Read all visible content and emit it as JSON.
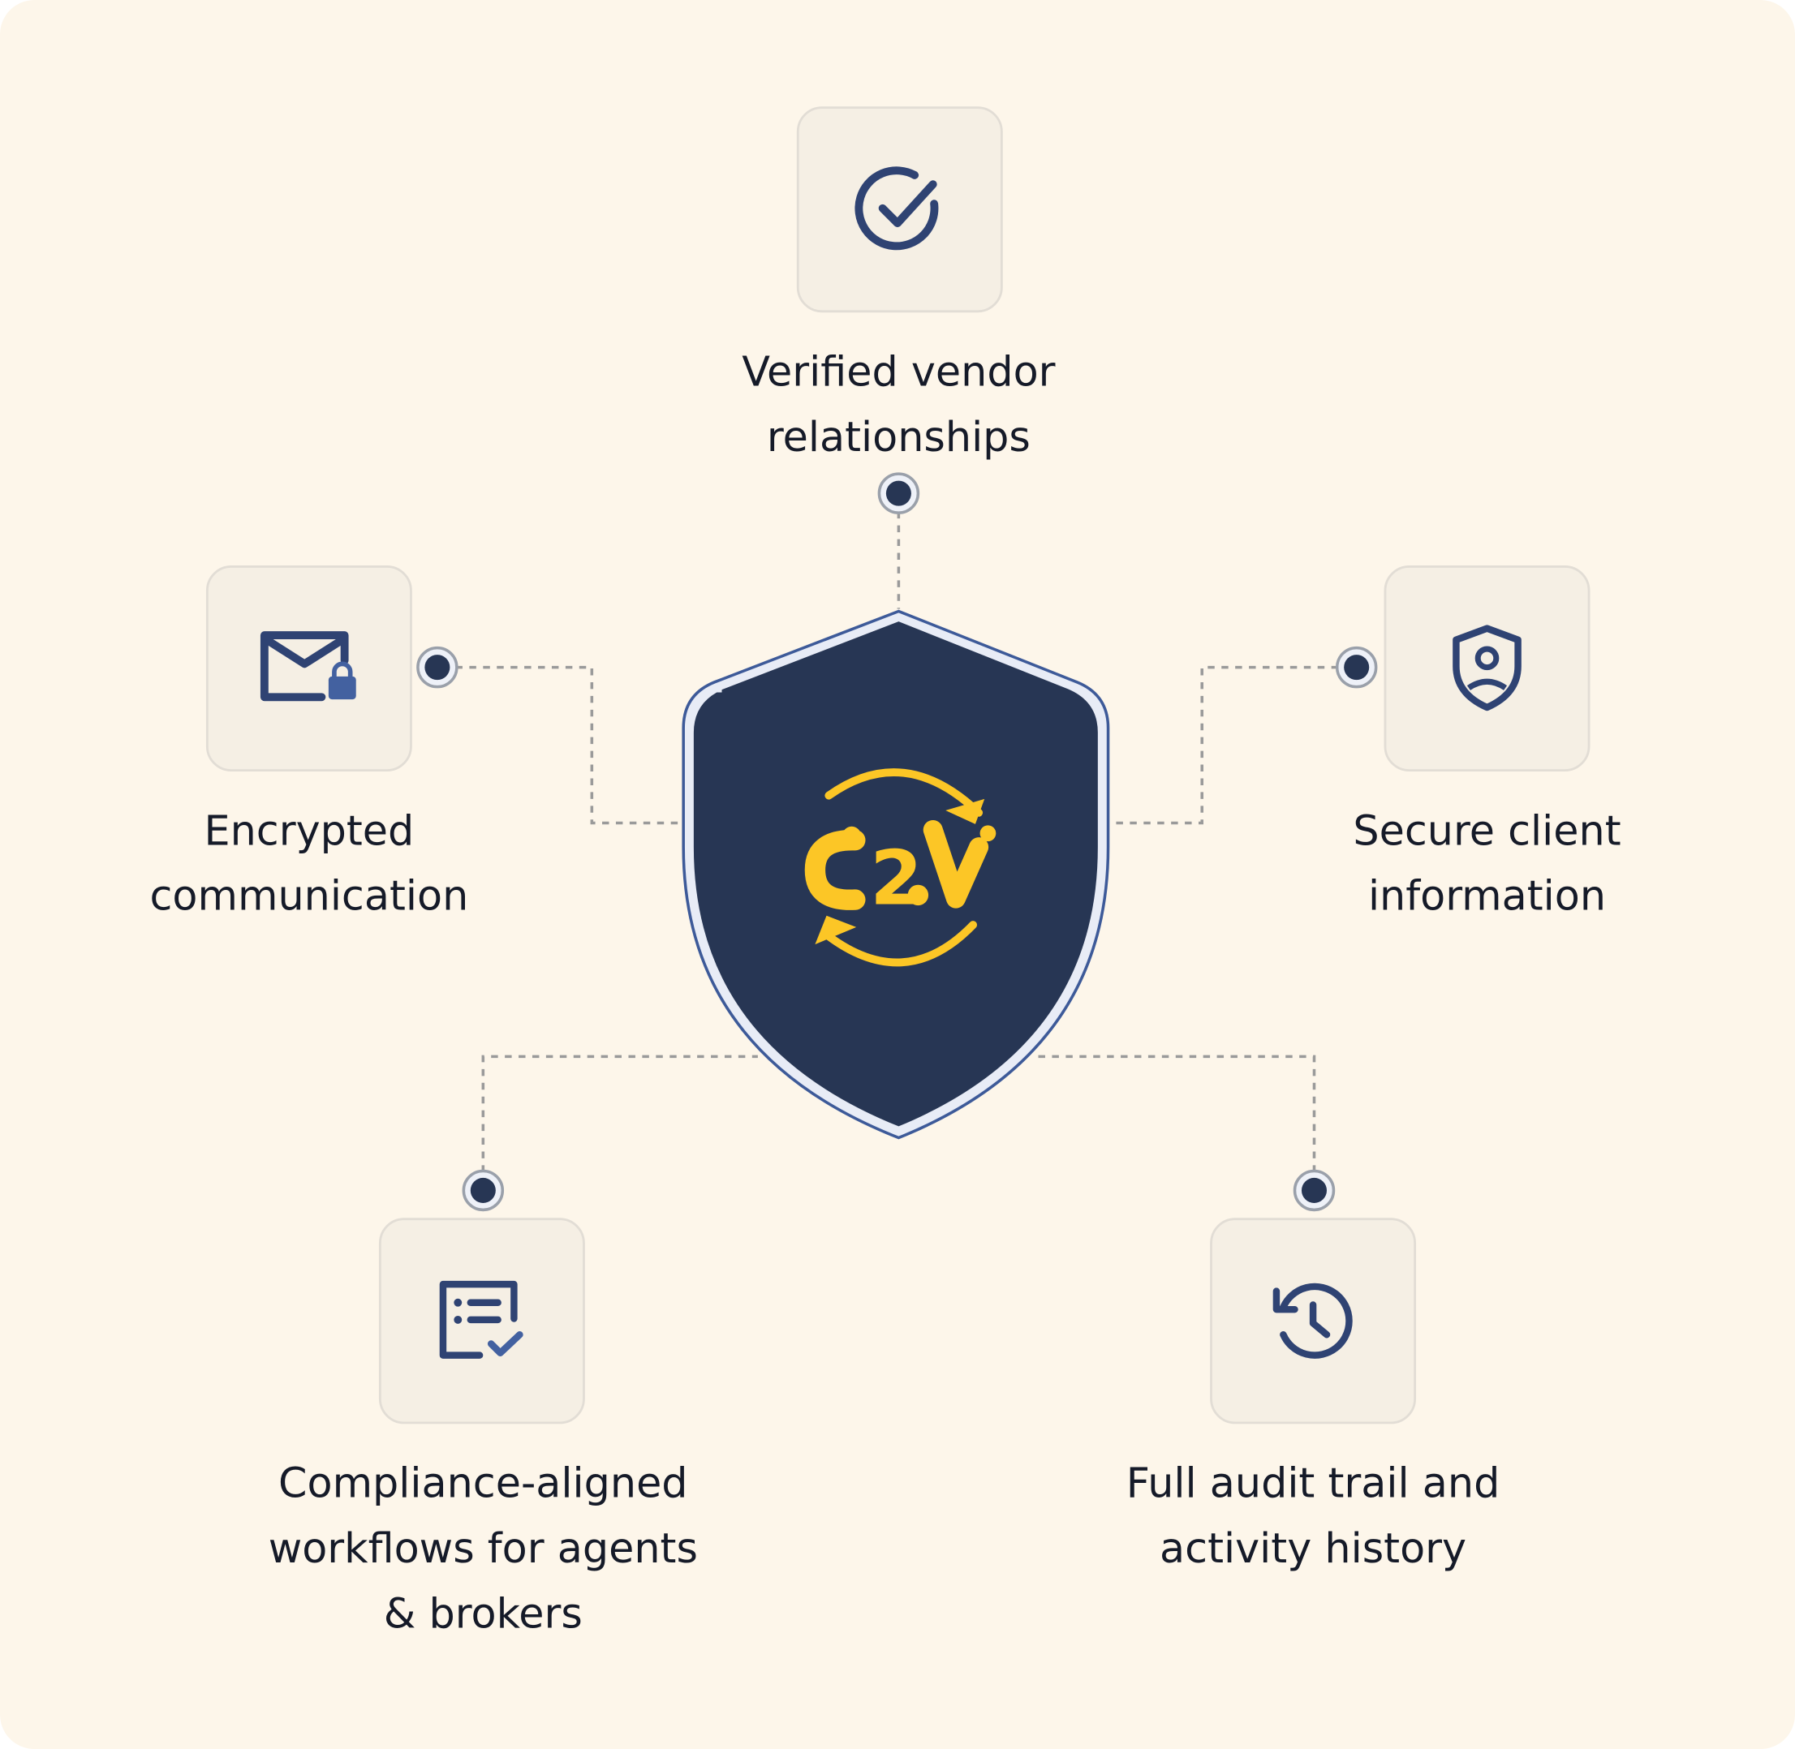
{
  "center": {
    "logo_text": "C2V",
    "shield_color": "#273654",
    "accent": "#fcc626"
  },
  "features": [
    {
      "id": "verified",
      "label_lines": [
        "Verified vendor",
        "relationships"
      ],
      "icon": "check-circle-icon"
    },
    {
      "id": "encrypted",
      "label_lines": [
        "Encrypted",
        "communication"
      ],
      "icon": "mail-lock-icon"
    },
    {
      "id": "secure",
      "label_lines": [
        "Secure client",
        "information"
      ],
      "icon": "shield-user-icon"
    },
    {
      "id": "compliance",
      "label_lines": [
        "Compliance-aligned",
        "workflows for agents",
        "& brokers"
      ],
      "icon": "checklist-icon"
    },
    {
      "id": "audit",
      "label_lines": [
        "Full audit trail and",
        "activity history"
      ],
      "icon": "history-icon"
    }
  ]
}
